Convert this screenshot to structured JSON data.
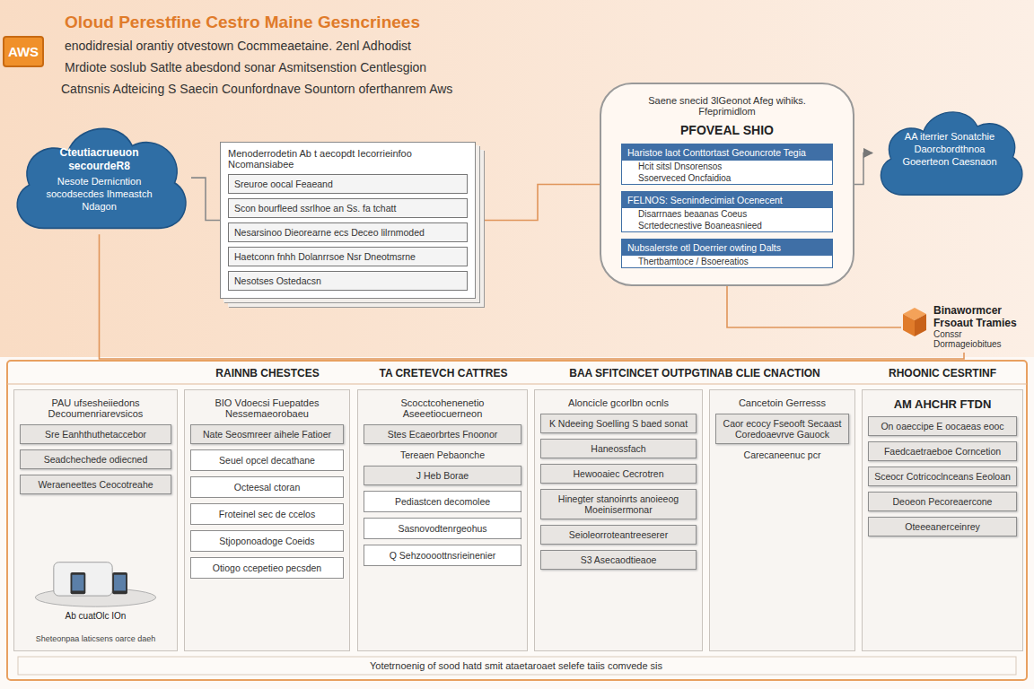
{
  "diagram": {
    "title": "Oloud Perestfine Cestro Maine Gesncrinees",
    "nodes": [
      {
        "text": [
          "AWS"
        ]
      },
      {
        "text": [
          "Cteutiacrueuon secourdeR8",
          "Nesote Dernicntion socodsecdes Ihmeastch Ndagon"
        ]
      },
      {
        "text": [
          "Menoderrodetin Ab t aecopdt Iecorrieinfoo Ncomansiabee"
        ]
      },
      {
        "text": [
          "Sreuroe oocal Feaeand"
        ],
        "in": 2
      },
      {
        "text": [
          "Scon bourfleed ssrlhoe an Ss. fa tchatt"
        ],
        "in": 2
      },
      {
        "text": [
          "Nesarsinoo Dieorearne ecs Deceo lilrnmoded"
        ],
        "in": 2
      },
      {
        "text": [
          "Haetconn fnhh Dolanrrsoe Nsr Dneotmsrne"
        ],
        "in": 2
      },
      {
        "text": [
          "Nesotses Ostedacsn"
        ],
        "in": 2
      },
      {
        "text": [
          "Saene snecid 3lGeonot Afeg wihiks. Ffeprimidlom",
          "PFOVEAL SHIO"
        ]
      },
      {
        "text": [
          "Haristoe laot Conttortast Geouncrote Tegia",
          "Hcit sitsl Dnsorensos",
          "Ssoerveced Oncfaidioa"
        ],
        "in": 8
      },
      {
        "text": [
          "FELNOS: Secnindecimiat Ocenecent",
          "Disarrnaes beaanas Coeus",
          "Scrtedecnestive Boaneasnieed"
        ],
        "in": 8
      },
      {
        "text": [
          "Nubsalerste otl Doerrier owting Dalts",
          "Thertbamtoce / Bsoereatios"
        ],
        "in": 8
      },
      {
        "text": [
          "AA iterrier Sonatchie Daorcbordthnoa Goeerteon Caesnaon"
        ]
      },
      {
        "text": [
          "Binawormcer Frsoaut Tramies",
          "Conssr Dormageiobitues"
        ]
      },
      {
        "text": [
          "PAU ufsesheiiedons Decoumenriarevsicos"
        ]
      },
      {
        "text": [
          "Sre Eanhthuthetaccebor"
        ],
        "in": 14
      },
      {
        "text": [
          "Seadchechede odiecned"
        ],
        "in": 14
      },
      {
        "text": [
          "Weraeneettes Ceocotreahe"
        ],
        "in": 14
      },
      {
        "text": [
          "Ab cuatOlc IOn"
        ],
        "in": 14
      },
      {
        "text": [
          "BIO Vdoecsi Fuepatdes Nessemaeorobaeu"
        ]
      },
      {
        "text": [
          "Nate Seosmreer aihele Fatioer"
        ],
        "in": 19
      },
      {
        "text": [
          "Seuel opcel decathane"
        ],
        "in": 19
      },
      {
        "text": [
          "Octeesal ctoran"
        ],
        "in": 19
      },
      {
        "text": [
          "Froteinel sec de ccelos"
        ],
        "in": 19
      },
      {
        "text": [
          "Stjoponoadoge Coeids"
        ],
        "in": 19
      },
      {
        "text": [
          "Otiogo ccepetieo pecsden"
        ],
        "in": 19
      },
      {
        "text": [
          "Scocctcohenenetio Aseeetiocuerneon"
        ]
      },
      {
        "text": [
          "Stes Ecaeorbrtes Fnoonor"
        ],
        "in": 26
      },
      {
        "text": [
          "J Heb Borae"
        ],
        "in": 26
      },
      {
        "text": [
          "Pediastcen decomolee"
        ],
        "in": 26
      },
      {
        "text": [
          "Sasnovodtenrgeohus"
        ],
        "in": 26
      },
      {
        "text": [
          "Q Sehzoooottnsrieinenier"
        ],
        "in": 26
      },
      {
        "text": [
          "Aloncicle gcorlbn ocnls"
        ]
      },
      {
        "text": [
          "K Ndeeing Soelling S baed sonat"
        ],
        "in": 32
      },
      {
        "text": [
          "Haneossfach"
        ],
        "in": 32
      },
      {
        "text": [
          "Hewooaiec Cecrotren"
        ],
        "in": 32
      },
      {
        "text": [
          "Hinegter stanoinrts anoieeog Moeinisermonar"
        ],
        "in": 32
      },
      {
        "text": [
          "Seioleorroteantreeserer"
        ],
        "in": 32
      },
      {
        "text": [
          "S3 Asecaodtieaoe"
        ],
        "in": 32
      },
      {
        "text": [
          "Cancetoin Gerresss"
        ]
      },
      {
        "text": [
          "Caor ecocy Fseooft Secaast Coredoaevrve Gauock"
        ],
        "in": 39
      },
      {
        "text": [
          "AM AHCHR FTDN"
        ]
      },
      {
        "text": [
          "On oaeccipe E oocaeas eooc"
        ],
        "in": 41
      },
      {
        "text": [
          "Faedcaetraeboe Corncetion"
        ],
        "in": 41
      },
      {
        "text": [
          "Sceocr Cotricoclnceans Eeoloan"
        ],
        "in": 41
      },
      {
        "text": [
          "Deoeon Pecoreaercone"
        ],
        "in": 41
      },
      {
        "text": [
          "Oteeeanerceinrey"
        ],
        "in": 41
      }
    ],
    "edges": [
      {
        "from": 1,
        "to": 2,
        "arrow": "none"
      },
      {
        "from": 2,
        "to": 8,
        "arrow": "none"
      },
      {
        "from": 8,
        "to": 12,
        "arrow": "to"
      },
      {
        "from": 8,
        "to": 13,
        "arrow": "none"
      },
      {
        "from": 1,
        "to": 13,
        "arrow": "none"
      }
    ],
    "labels": [
      "enodidresial orantiy otvestown Cocmmeaetaine. 2enl Adhodist",
      "Mrdiote soslub Satlte abesdond sonar Asmitsenstion Centlesgion",
      "Catnsnis Adteicing S Saecin Counfordnave Sountorn oferthanrem Aws",
      "RAINNB CHESTCES",
      "TA CRETEVCH CATTRES",
      "BAA SFITCINCET OUTPGTINAB CLIE CNACTION",
      "RHOONIC CESRTINF",
      "Tereaen Pebaonche",
      "Carecaneenuc pcr",
      "Sheteonpaa laticsens oarce daeh",
      "Yotetrnoenig of sood hatd smit ataetaroaet selefe taiis comvede sis"
    ]
  }
}
